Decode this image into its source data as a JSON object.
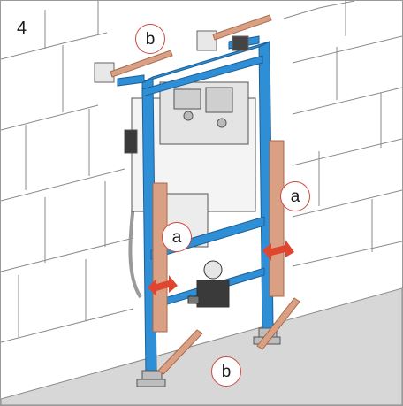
{
  "step_number": "4",
  "callouts": {
    "top_b": "b",
    "right_a": "a",
    "left_a": "a",
    "bottom_b": "b"
  },
  "colors": {
    "frame_blue": "#2f8fd6",
    "bracket_copper": "#d9a083",
    "arrow_red": "#e0452f",
    "wall_lines": "#8a8a8a",
    "floor_gray": "#d7d7d7",
    "cistern_white": "#f4f4f4"
  }
}
